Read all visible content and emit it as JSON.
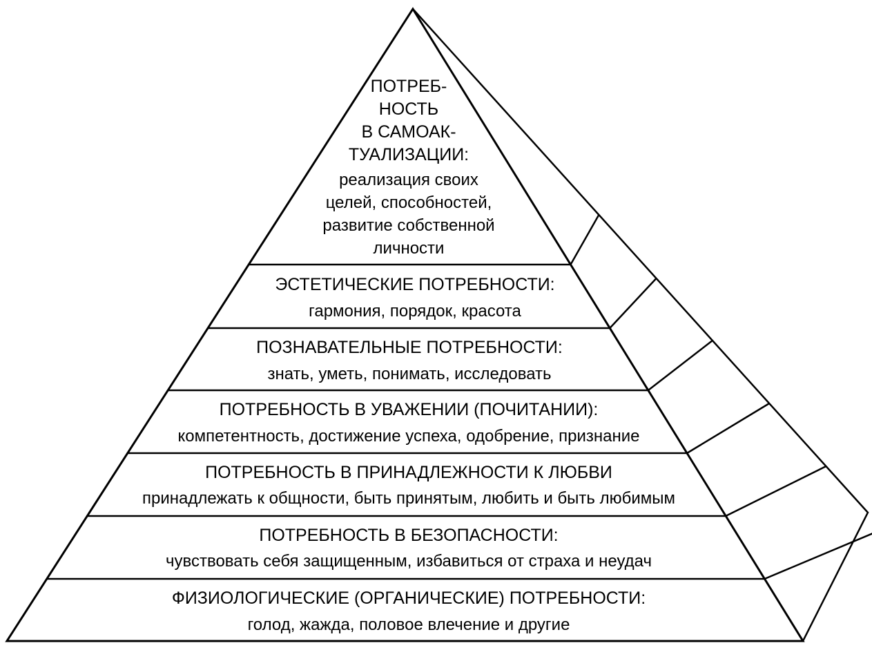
{
  "pyramid": {
    "levels": [
      {
        "title_lines": [
          "ПОТРЕБ-",
          "НОСТЬ",
          "В САМОАК-",
          "ТУАЛИЗАЦИИ:"
        ],
        "desc_lines": [
          "реализация своих",
          "целей, способностей,",
          "развитие собственной",
          "личности"
        ]
      },
      {
        "title_lines": [
          "ЭСТЕТИЧЕСКИЕ ПОТРЕБНОСТИ:"
        ],
        "desc_lines": [
          "гармония, порядок, красота"
        ]
      },
      {
        "title_lines": [
          "ПОЗНАВАТЕЛЬНЫЕ ПОТРЕБНОСТИ:"
        ],
        "desc_lines": [
          "знать, уметь, понимать, исследовать"
        ]
      },
      {
        "title_lines": [
          "ПОТРЕБНОСТЬ В УВАЖЕНИИ (ПОЧИТАНИИ):"
        ],
        "desc_lines": [
          "компетентность, достижение успеха, одобрение, признание"
        ]
      },
      {
        "title_lines": [
          "ПОТРЕБНОСТЬ В ПРИНАДЛЕЖНОСТИ К ЛЮБВИ"
        ],
        "desc_lines": [
          "принадлежать к общности, быть принятым, любить и быть любимым"
        ]
      },
      {
        "title_lines": [
          "ПОТРЕБНОСТЬ В БЕЗОПАСНОСТИ:"
        ],
        "desc_lines": [
          "чувствовать себя защищенным, избавиться от страха и неудач"
        ]
      },
      {
        "title_lines": [
          "ФИЗИОЛОГИЧЕСКИЕ (ОРГАНИЧЕСКИЕ) ПОТРЕБНОСТИ:"
        ],
        "desc_lines": [
          "голод, жажда, половое влечение и другие"
        ]
      }
    ]
  }
}
